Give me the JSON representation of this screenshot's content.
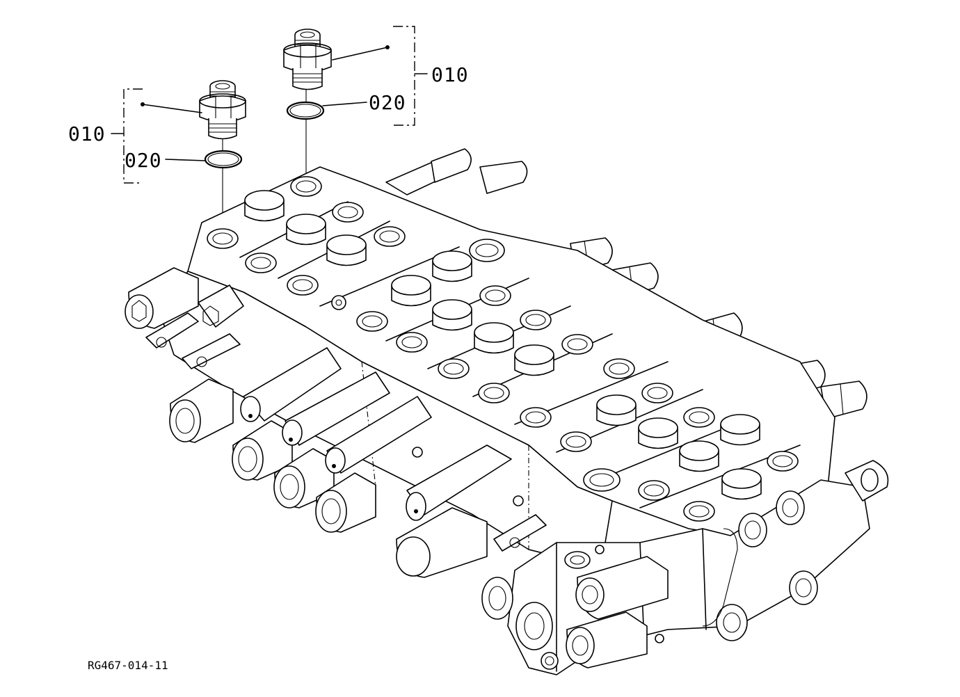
{
  "callouts": {
    "left_assembly": "010",
    "left_oring": "020",
    "right_assembly": "010",
    "right_oring": "020"
  },
  "drawing_ref": "RG467-014-11"
}
